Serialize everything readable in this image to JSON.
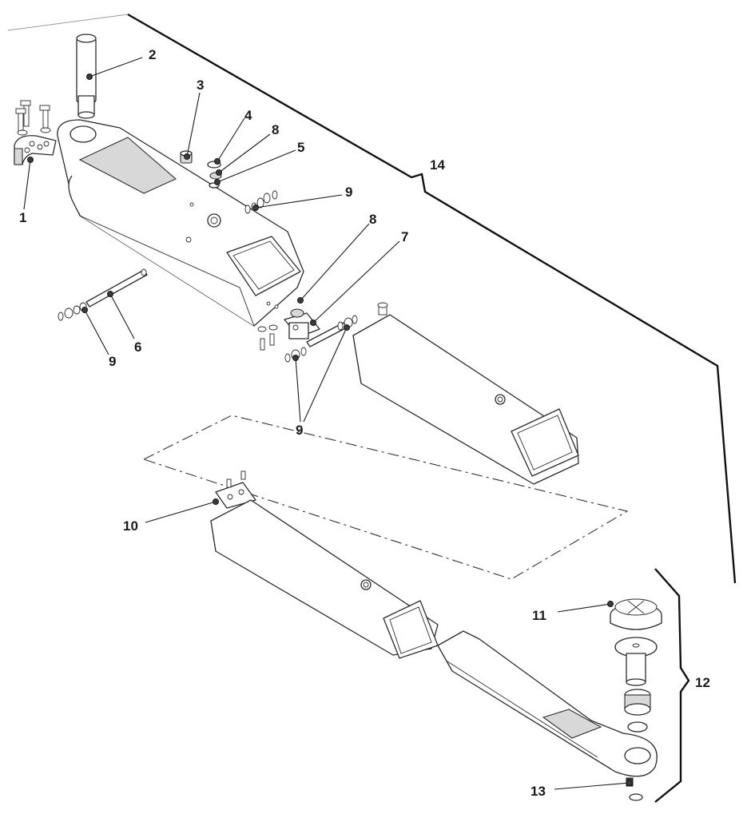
{
  "callouts": {
    "c1": "1",
    "c2": "2",
    "c3": "3",
    "c4": "4",
    "c5": "5",
    "c6": "6",
    "c7": "7",
    "c8a": "8",
    "c8b": "8",
    "c9a": "9",
    "c9b": "9",
    "c9c": "9",
    "c10": "10",
    "c11": "11",
    "c12": "12",
    "c13": "13",
    "c14": "14"
  }
}
